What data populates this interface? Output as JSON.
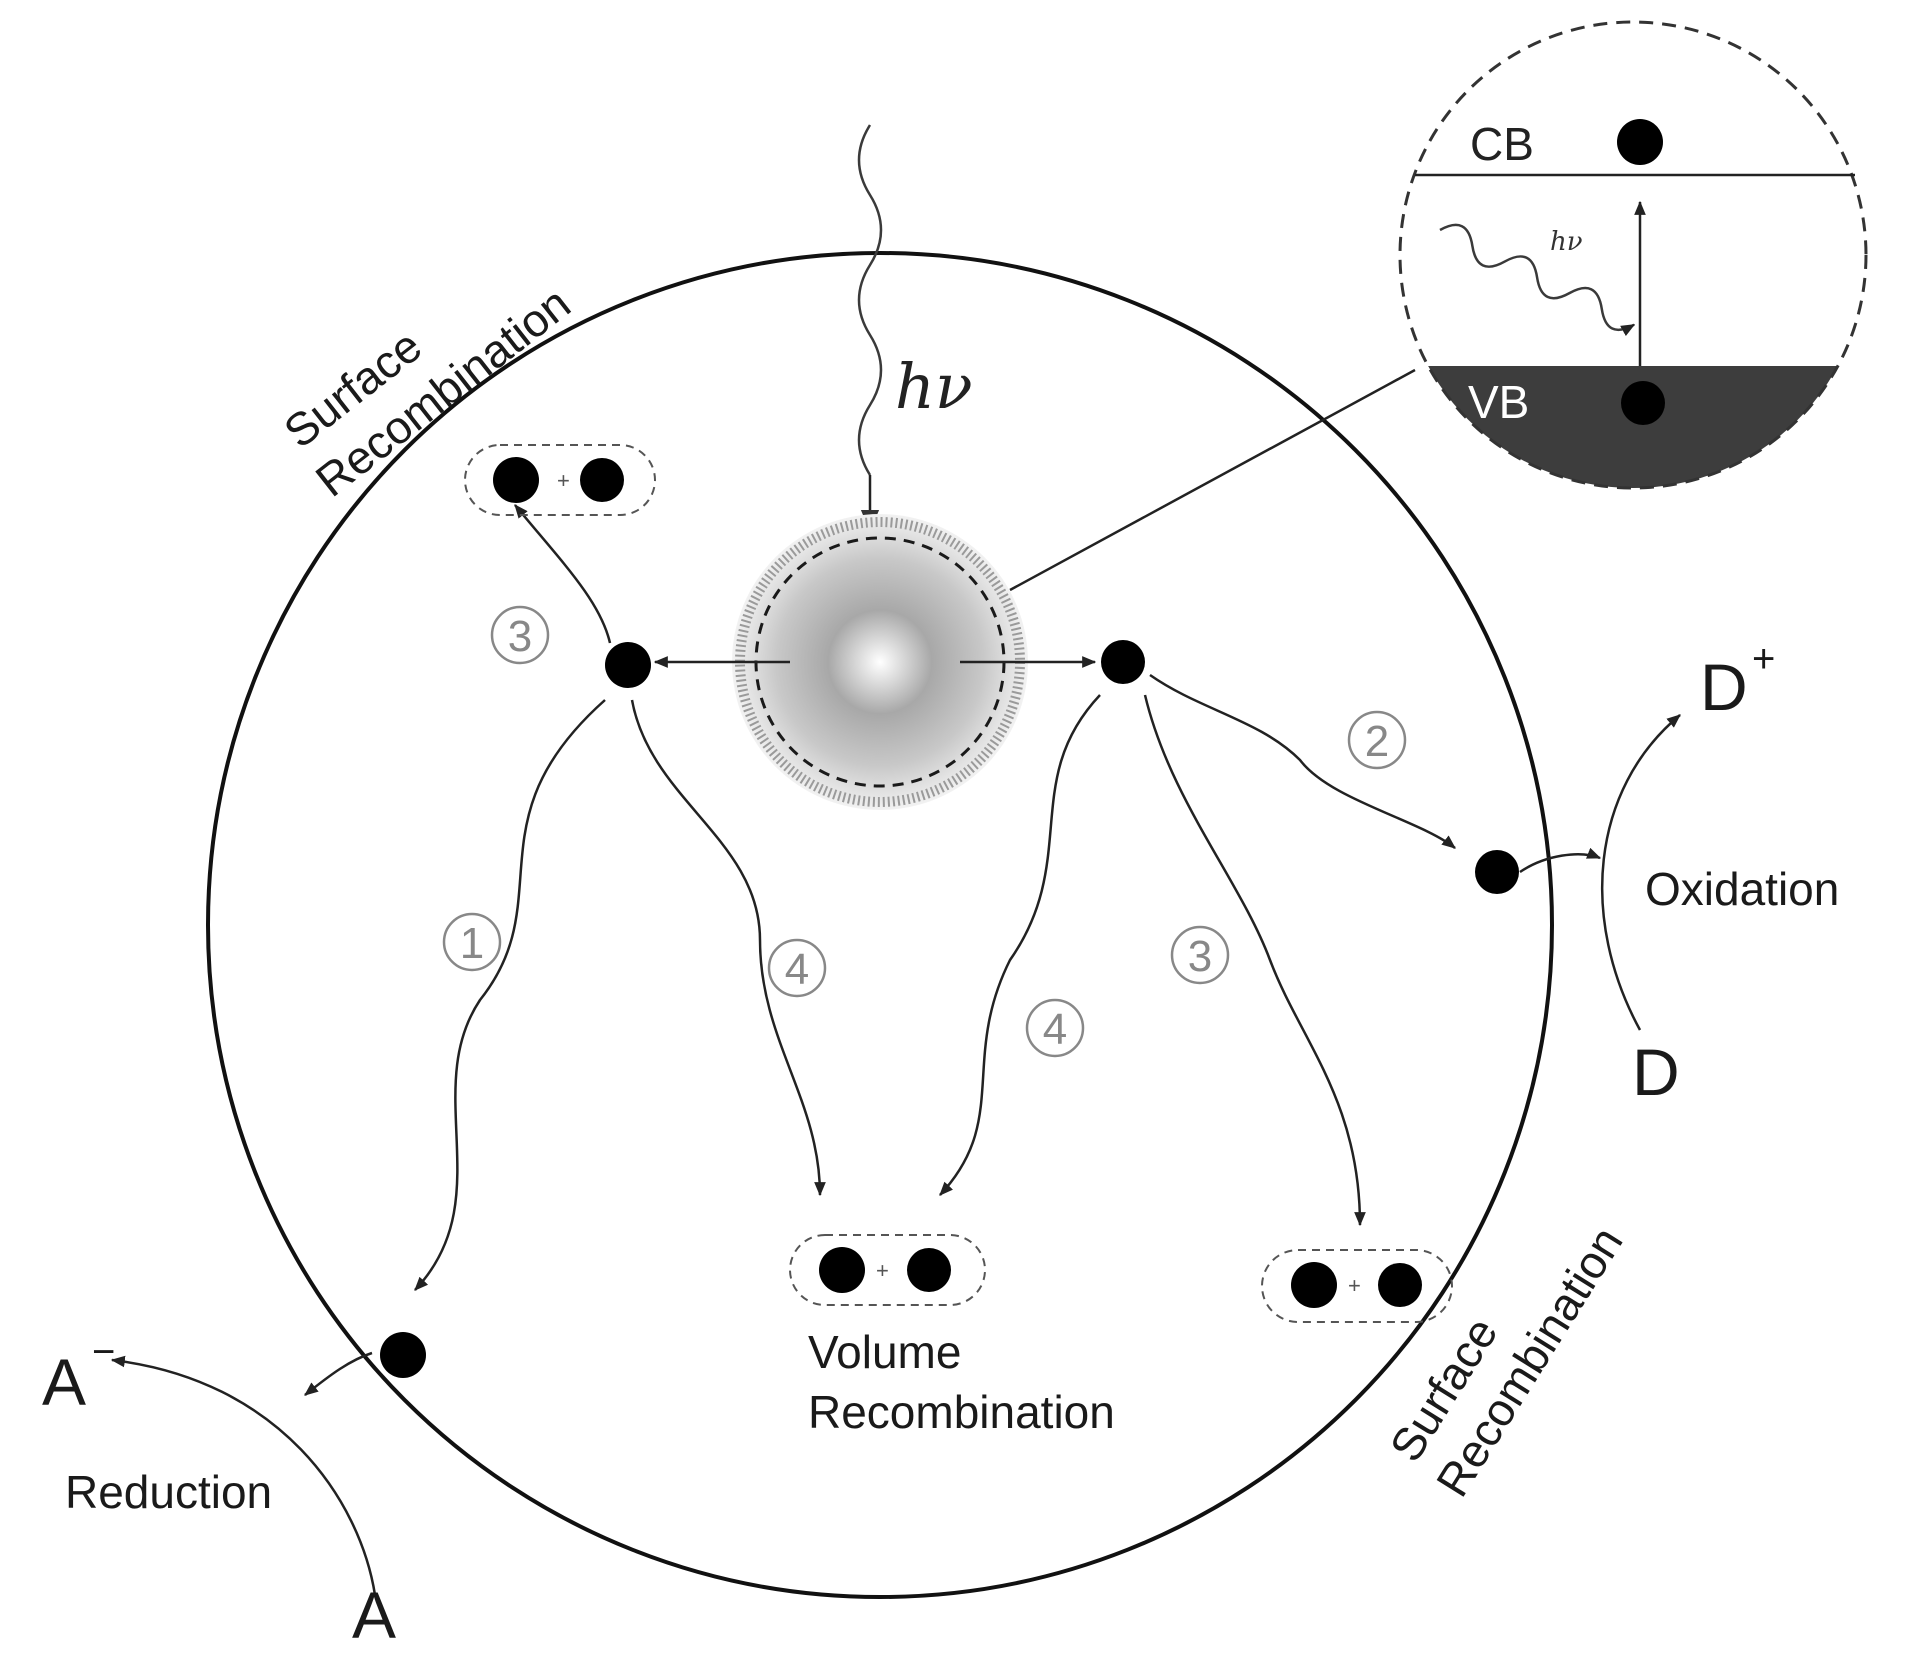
{
  "labels": {
    "hv": "hν",
    "inset_hv": "hν",
    "cb": "CB",
    "vb": "VB",
    "surface_recombination_top": [
      "Surface",
      "Recombination"
    ],
    "surface_recombination_bottom": [
      "Surface",
      "Recombination"
    ],
    "volume_recombination": [
      "Volume",
      "Recombination"
    ],
    "reduction": "Reduction",
    "oxidation": "Oxidation",
    "a_minus": "A",
    "a_minus_sup": "−",
    "a": "A",
    "d_plus": "D",
    "d_plus_sup": "+",
    "d": "D"
  },
  "pathway_numbers": {
    "top_left": "3",
    "right_top": "2",
    "left": "1",
    "center_left": "4",
    "center_right": "4",
    "right": "3"
  },
  "colors": {
    "dark_fill": "#2e2e2e",
    "number_gray": "#888888",
    "band_fill": "#3d3d3d"
  }
}
